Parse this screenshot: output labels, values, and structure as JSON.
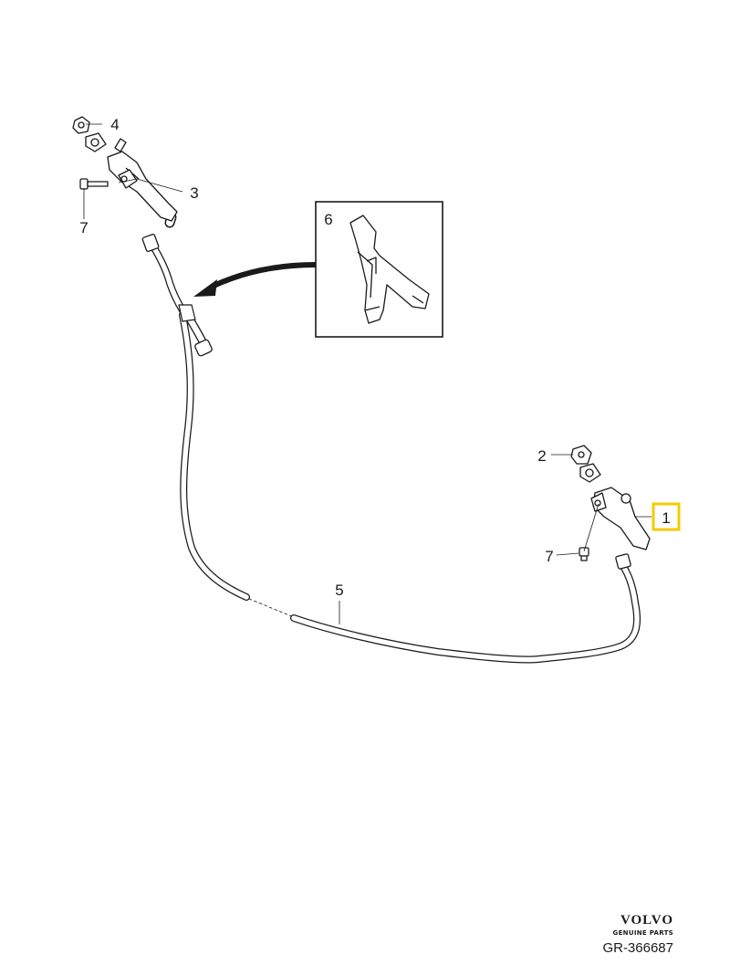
{
  "callouts": {
    "c1": "1",
    "c2": "2",
    "c3": "3",
    "c4": "4",
    "c5": "5",
    "c6": "6",
    "c7_left": "7",
    "c7_right": "7"
  },
  "highlight_color": "#f2cc00",
  "footer": {
    "brand": "VOLVO",
    "brand_sub": "GENUINE PARTS",
    "reference": "GR-366687"
  }
}
